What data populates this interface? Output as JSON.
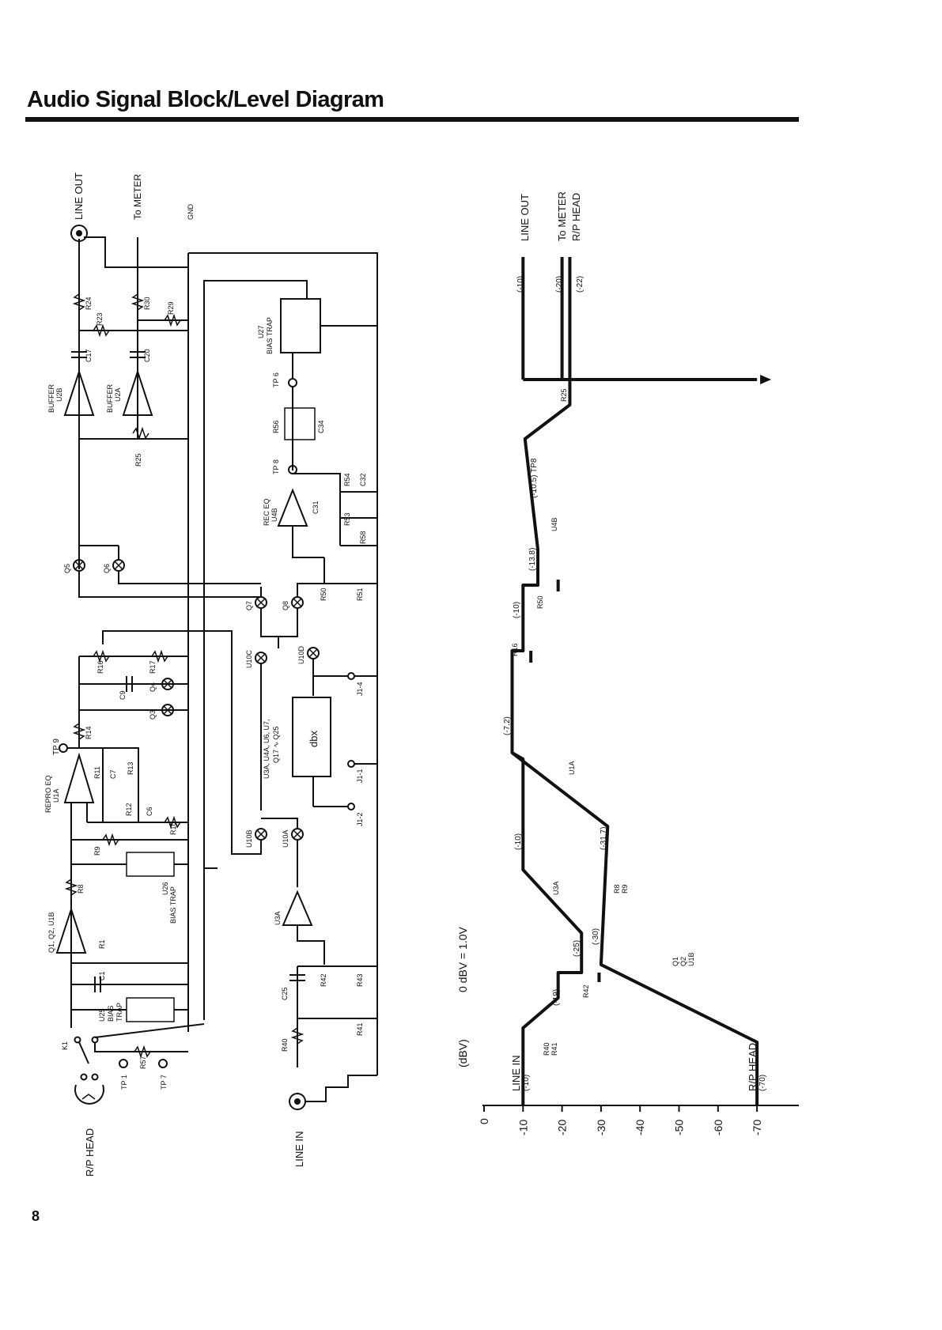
{
  "page": {
    "title": "Audio Signal Block/Level Diagram",
    "page_number": "8"
  },
  "schematic": {
    "terminals": {
      "line_out": "LINE OUT",
      "to_meter": "To METER",
      "gnd": "GND",
      "rp_head": "R/P HEAD",
      "line_in": "LINE IN"
    },
    "components": {
      "r24": "R24",
      "r23": "R23",
      "r30": "R30",
      "r29": "R29",
      "c17": "C17",
      "c20": "C20",
      "buffer_u2b": "BUFFER",
      "buffer_u2b_ref": "U2B",
      "buffer_u2a": "BUFFER",
      "buffer_u2a_ref": "U2A",
      "r25": "R25",
      "u27": "U27",
      "u27_label": "BIAS TRAP",
      "tp6": "TP 6",
      "r56a": "R56",
      "c34": "C34",
      "tp8": "TP 8",
      "r54": "R54",
      "c32": "C32",
      "rec_eq": "REC EQ",
      "rec_eq_ref": "U4B",
      "c31": "C31",
      "r53": "R53",
      "r58": "R58",
      "q5": "Q5",
      "q6": "Q6",
      "q7": "Q7",
      "q8": "Q8",
      "r50": "R50",
      "r51": "R51",
      "r16": "R16",
      "r17": "R17",
      "c9": "C9",
      "q4": "Q4",
      "q3": "Q3",
      "u10c": "U10C",
      "u10d": "U10D",
      "j1_4": "J1-4",
      "dbx_group": "U3A, U4A, U6, U7,",
      "dbx_group2": "Q17 ∿ Q25",
      "dbx": "dbx",
      "r14": "R14",
      "tp9": "TP 9",
      "repro_eq": "REPRO EQ",
      "repro_eq_ref": "U1A",
      "r11": "R11",
      "c7": "C7",
      "r13": "R13",
      "r12": "R12",
      "c6": "C6",
      "r10": "R10",
      "j1_1": "J1-1",
      "j1_2": "J1-2",
      "r9": "R9",
      "u10b": "U10B",
      "u10a": "U10A",
      "r8": "R8",
      "u26": "U26",
      "u26_label": "BIAS TRAP",
      "q1q2": "Q1, Q2, U1B",
      "u3a": "U3A",
      "r1": "R1",
      "c1": "C1",
      "c25": "C25",
      "r42": "R42",
      "r43": "R43",
      "u25": "U25",
      "u25_label": "BIAS",
      "u25_label2": "TRAP",
      "k1": "K1",
      "r40": "R40",
      "r41": "R41",
      "r57": "R57",
      "tp1": "TP 1",
      "tp7": "TP 7"
    }
  },
  "level_diagram": {
    "reference": "0 dBV = 1.0V",
    "axis_unit": "(dBV)",
    "ticks": [
      "0",
      "-10",
      "-20",
      "-30",
      "-40",
      "-50",
      "-60",
      "-70"
    ],
    "tick_values": [
      0,
      -10,
      -20,
      -30,
      -40,
      -50,
      -60,
      -70
    ],
    "top_labels": {
      "line_out": "LINE OUT",
      "to_meter": "To METER",
      "rp_head": "R/P HEAD"
    },
    "top_levels": {
      "line_out": "(-10)",
      "to_meter": "(-20)",
      "rp_head": "(-22)"
    },
    "input_labels": {
      "line_in": "LINE IN",
      "line_in_level": "(-10)",
      "rp_head": "R/P HEAD",
      "rp_head_level": "(-70)"
    },
    "level_annotations": [
      {
        "text": "(-10.5) TP8",
        "level": -10.5
      },
      {
        "text": "(-13.8)",
        "level": -13.8
      },
      {
        "text": "(-10)",
        "level": -10
      },
      {
        "text": "(-7.2)",
        "level": -7.2
      },
      {
        "text": "(-10)",
        "level": -10
      },
      {
        "text": "(-31.7)",
        "level": -31.7
      },
      {
        "text": "(-25)",
        "level": -25
      },
      {
        "text": "(-30)",
        "level": -30
      },
      {
        "text": "(-19)",
        "level": -19
      }
    ],
    "stage_labels": {
      "r25": "R25",
      "u4b": "U4B",
      "r50": "R50",
      "r16": "R16",
      "u1a": "U1A",
      "u3a": "U3A",
      "r8": "R8",
      "r9": "R9",
      "q1": "Q1",
      "q2": "Q2",
      "u1b": "U1B",
      "r42": "R42",
      "r40": "R40",
      "r41": "R41"
    }
  }
}
